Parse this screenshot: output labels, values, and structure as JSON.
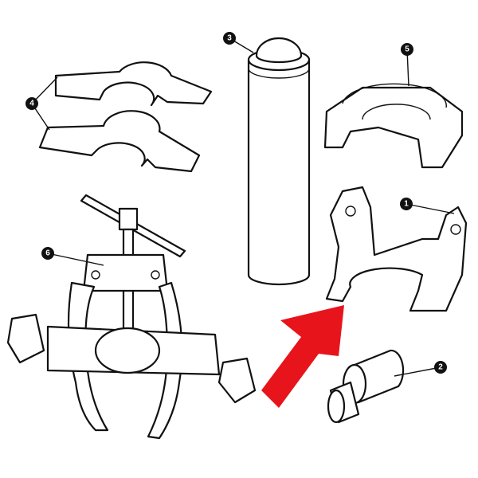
{
  "callouts": [
    {
      "label": "1",
      "part": "bearing-press-cradle"
    },
    {
      "label": "2",
      "part": "bearing-driver"
    },
    {
      "label": "3",
      "part": "press-handle-rod"
    },
    {
      "label": "4",
      "part": "spacer-plates"
    },
    {
      "label": "5",
      "part": "cup-support"
    },
    {
      "label": "6",
      "part": "bearing-puller"
    }
  ],
  "colors": {
    "arrow": "#e8141b",
    "line": "#111111",
    "badge": "#111111"
  },
  "icons": [
    "red-arrow"
  ]
}
